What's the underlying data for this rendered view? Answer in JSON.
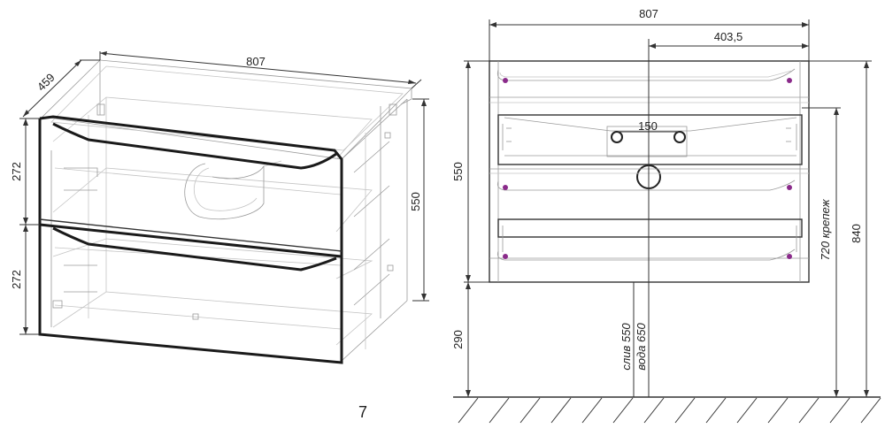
{
  "left_view": {
    "width_label": "807",
    "depth_label": "459",
    "drawer_top_height": "272",
    "drawer_bottom_height": "272",
    "body_height": "550"
  },
  "right_view": {
    "width_label": "807",
    "half_width_label": "403,5",
    "hole_spacing_label": "150",
    "body_height": "550",
    "mount_height": "720 крепеж",
    "total_height": "840",
    "floor_gap": "290",
    "drain_height": "слив 550",
    "water_height": "вода 650"
  },
  "page_mark": "7",
  "colors": {
    "line": "#333333",
    "ghost": "#9a9a9a",
    "marker": "#8a2a8a"
  }
}
